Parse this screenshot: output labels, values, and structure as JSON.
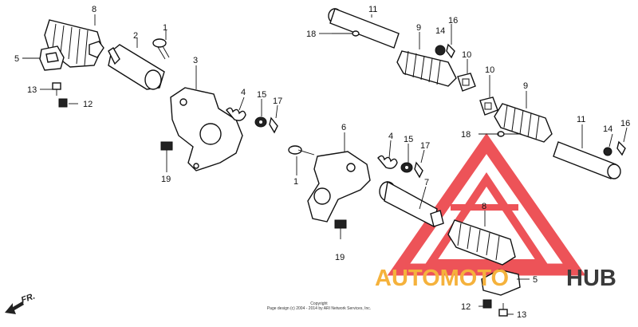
{
  "callouts": {
    "n1": "1",
    "n2": "2",
    "n3": "3",
    "n4": "4",
    "n5": "5",
    "n6": "6",
    "n7": "7",
    "n8": "8",
    "n9": "9",
    "n10": "10",
    "n11": "11",
    "n12": "12",
    "n13": "13",
    "n14": "14",
    "n15": "15",
    "n16": "16",
    "n17": "17",
    "n18": "18",
    "n19": "19"
  },
  "direction_label": "FR.",
  "copyright": {
    "line1": "Copyright",
    "line2": "Page design (c) 2004 - 2014 by ARI Network Services, Inc."
  },
  "watermark": {
    "text_a": "AUTOMOTO",
    "text_b": "HUB",
    "color_a": "#f5b23c",
    "color_b": "#3a3a3a",
    "logo_color": "#e8232a"
  }
}
